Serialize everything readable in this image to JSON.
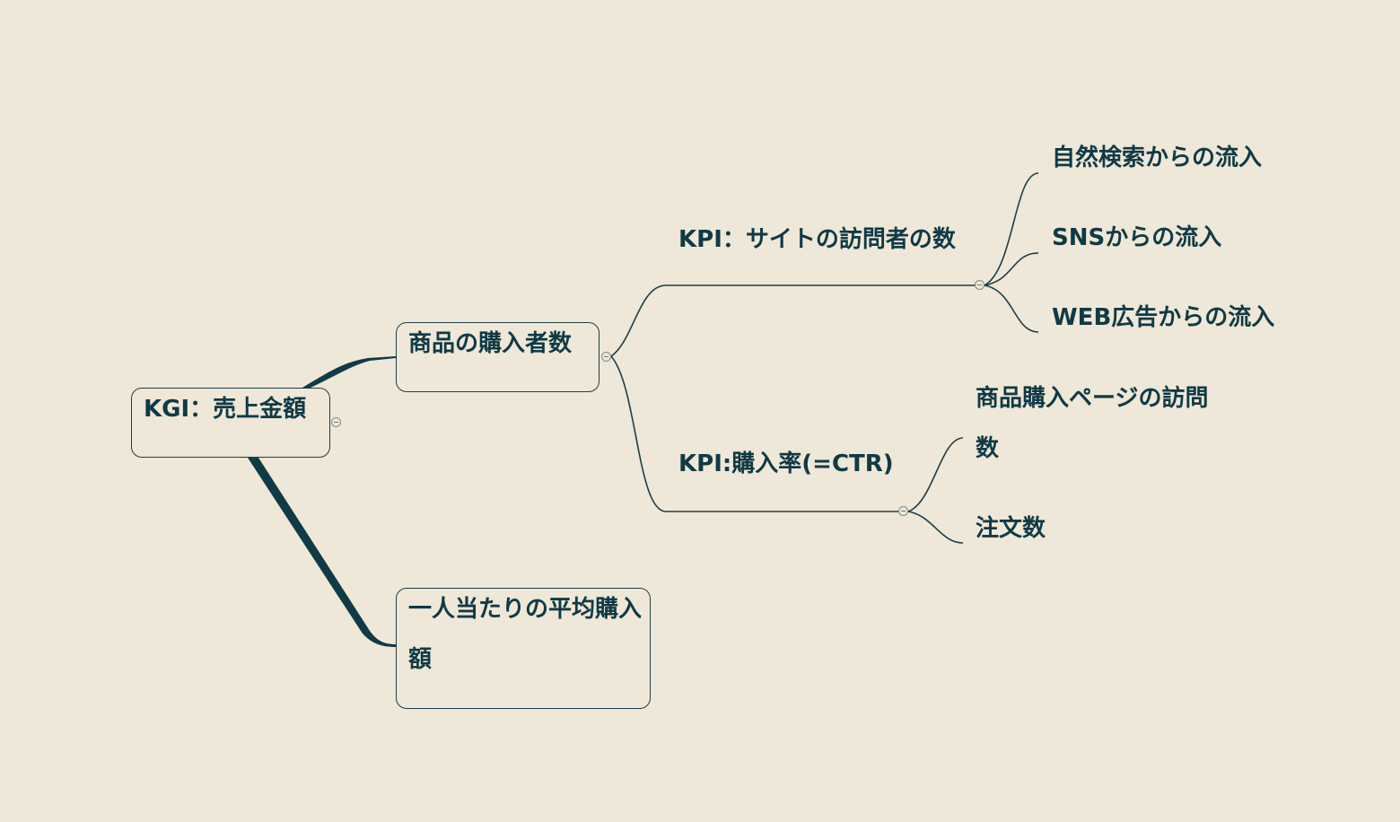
{
  "mindmap": {
    "root": {
      "label": "KGI：売上金額",
      "collapse_icon": "minus-circle-icon"
    },
    "branch_buyers": {
      "label": "商品の購入者数",
      "collapse_icon": "minus-circle-icon"
    },
    "branch_avg_purchase": {
      "label": "一人当たりの平均購入額"
    },
    "kpi_visitors": {
      "label": "KPI：サイトの訪問者の数",
      "collapse_icon": "minus-circle-icon",
      "children": [
        "自然検索からの流入",
        "SNSからの流入",
        "WEB広告からの流入"
      ]
    },
    "kpi_purchase_rate": {
      "label": "KPI:購入率(=CTR)",
      "collapse_icon": "minus-circle-icon",
      "children": [
        "商品購入ページの訪問数",
        "注文数"
      ]
    }
  },
  "colors": {
    "background": "#efe7d7",
    "line": "#1b3e48",
    "text": "#0f3a46"
  }
}
